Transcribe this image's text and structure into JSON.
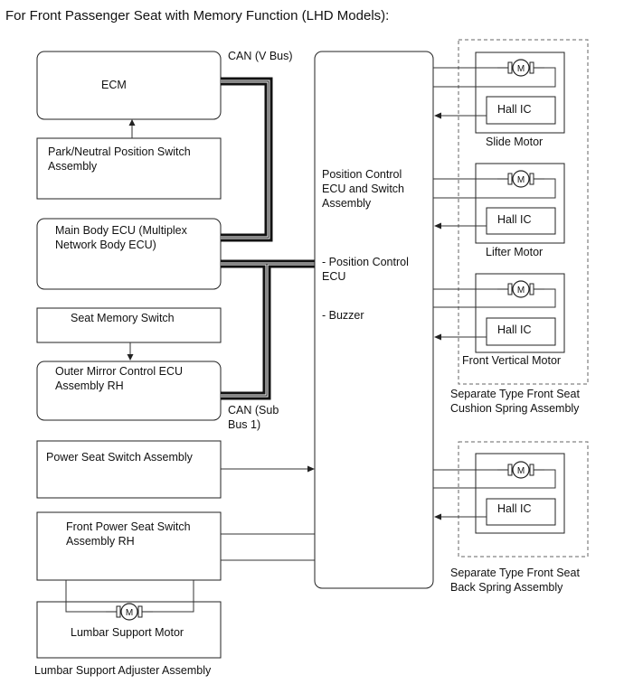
{
  "title": "For Front Passenger Seat with Memory Function (LHD Models):",
  "labels": {
    "can_v_bus": "CAN (V Bus)",
    "can_sub_bus_1_line1": "CAN (Sub",
    "can_sub_bus_1_line2": "Bus 1)"
  },
  "left_boxes": {
    "ecm": "ECM",
    "park_neutral_line1": "Park/Neutral Position Switch",
    "park_neutral_line2": "Assembly",
    "main_body_line1": "Main Body ECU (Multiplex",
    "main_body_line2": "Network Body ECU)",
    "seat_memory": "Seat Memory Switch",
    "outer_mirror_line1": "Outer Mirror Control ECU",
    "outer_mirror_line2": "Assembly RH",
    "power_seat": "Power Seat Switch Assembly",
    "front_power_line1": "Front Power Seat Switch",
    "front_power_line2": "Assembly RH",
    "lumbar_motor": "Lumbar Support Motor",
    "lumbar_assembly": "Lumbar Support Adjuster Assembly"
  },
  "center_ecu": {
    "line1": "Position Control",
    "line2": "ECU and Switch",
    "line3": "Assembly",
    "sub1_line1": "- Position Control",
    "sub1_line2": "ECU",
    "sub2": "- Buzzer"
  },
  "right_units": {
    "hall_ic": "Hall IC",
    "motor_symbol": "M",
    "slide_motor": "Slide Motor",
    "lifter_motor": "Lifter Motor",
    "front_vertical_motor": "Front Vertical Motor",
    "cushion_assembly_line1": "Separate Type Front Seat",
    "cushion_assembly_line2": "Cushion Spring Assembly",
    "back_assembly_line1": "Separate Type Front Seat",
    "back_assembly_line2": "Back Spring Assembly"
  }
}
